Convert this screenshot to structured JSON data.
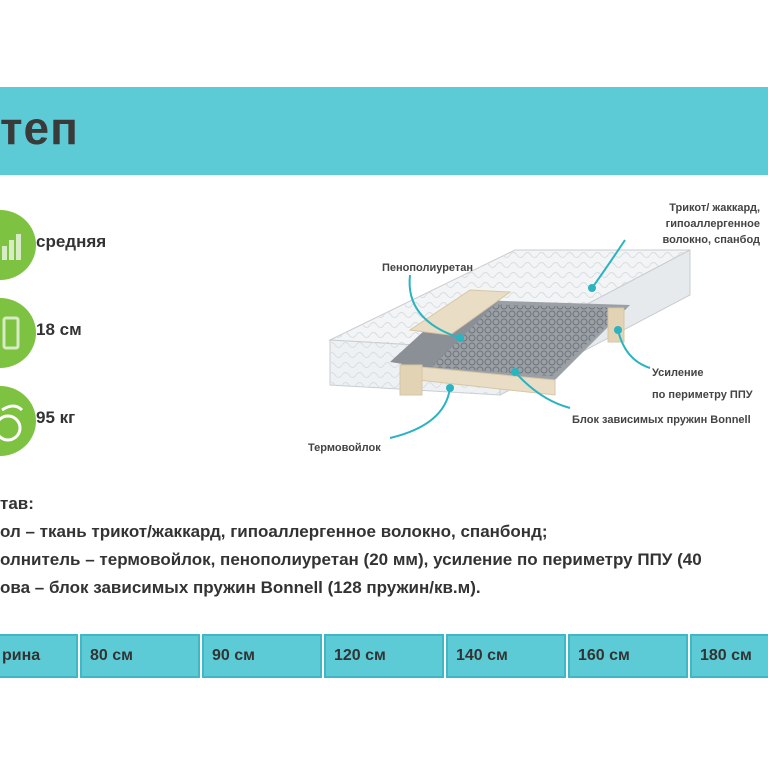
{
  "header": {
    "title": "теп"
  },
  "specs": [
    {
      "icon": "firmness-bars-icon",
      "text": "средняя"
    },
    {
      "icon": "height-icon",
      "text": "18  см"
    },
    {
      "icon": "weight-kettlebell-icon",
      "text": "95 кг"
    }
  ],
  "diagram": {
    "callouts": {
      "cover": "Трикот/ жаккард,\nгипоаллергенное\nволокно, спанбод",
      "foam": "Пенополиуретан",
      "reinforcement": "Усиление\nпо периметру ППУ",
      "springs": "Блок зависимых пружин Bonnell",
      "felt": "Термовойлок"
    }
  },
  "composition": {
    "heading": "тав:",
    "lines": [
      "ол – ткань трикот/жаккард, гипоаллергенное волокно, спанбонд;",
      "олнитель – термовойлок, пенополиуретан (20 мм), усиление по периметру ППУ (40",
      "ова – блок зависимых пружин Bonnell (128 пружин/кв.м)."
    ]
  },
  "sizes": {
    "label": "рина",
    "values": [
      "80 см",
      "90 см",
      "120 см",
      "140 см",
      "160 см",
      "180  см"
    ]
  },
  "colors": {
    "banner": "#5ccbd6",
    "accent_green": "#7ec242",
    "callout_line": "#2bb3c0"
  }
}
